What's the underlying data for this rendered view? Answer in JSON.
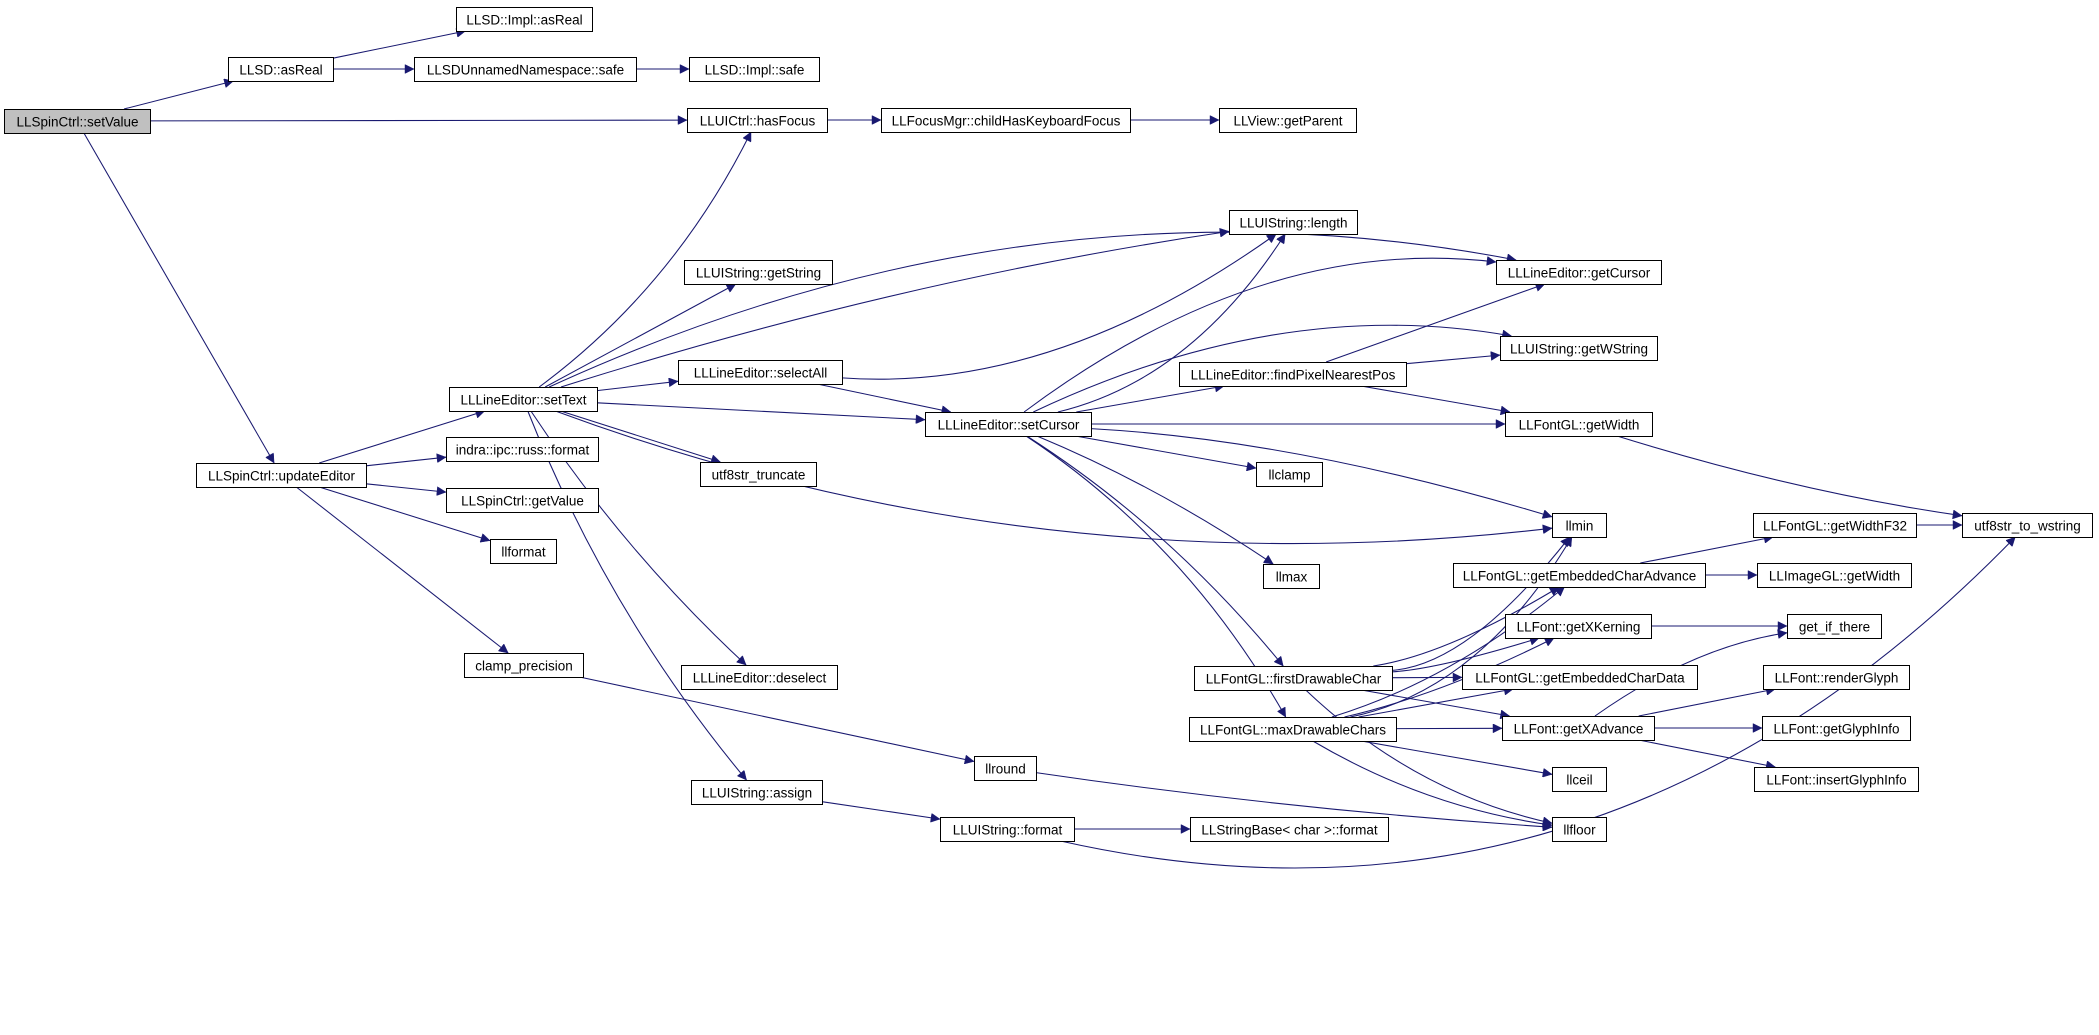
{
  "graph": {
    "edge_color": "#191970",
    "root_fill": "#c0c0c0",
    "node_fill": "#ffffff",
    "nodes": [
      {
        "id": "setValue",
        "label": "LLSpinCtrl::setValue",
        "root": true
      },
      {
        "id": "sdAsReal",
        "label": "LLSD::asReal"
      },
      {
        "id": "implAsReal",
        "label": "LLSD::Impl::asReal"
      },
      {
        "id": "unnamedSafe",
        "label": "LLSDUnnamedNamespace::safe"
      },
      {
        "id": "implSafe",
        "label": "LLSD::Impl::safe"
      },
      {
        "id": "hasFocus",
        "label": "LLUICtrl::hasFocus"
      },
      {
        "id": "childFocus",
        "label": "LLFocusMgr::childHasKeyboardFocus"
      },
      {
        "id": "getParent",
        "label": "LLView::getParent"
      },
      {
        "id": "updateEditor",
        "label": "LLSpinCtrl::updateEditor"
      },
      {
        "id": "setText",
        "label": "LLLineEditor::setText"
      },
      {
        "id": "russFormat",
        "label": "indra::ipc::russ::format"
      },
      {
        "id": "spinGetValue",
        "label": "LLSpinCtrl::getValue"
      },
      {
        "id": "llformat",
        "label": "llformat"
      },
      {
        "id": "clampPrecision",
        "label": "clamp_precision"
      },
      {
        "id": "uiLength",
        "label": "LLUIString::length"
      },
      {
        "id": "uiGetString",
        "label": "LLUIString::getString"
      },
      {
        "id": "selectAll",
        "label": "LLLineEditor::selectAll"
      },
      {
        "id": "setCursor",
        "label": "LLLineEditor::setCursor"
      },
      {
        "id": "utf8Truncate",
        "label": "utf8str_truncate"
      },
      {
        "id": "deselect",
        "label": "LLLineEditor::deselect"
      },
      {
        "id": "uiAssign",
        "label": "LLUIString::assign"
      },
      {
        "id": "llround",
        "label": "llround"
      },
      {
        "id": "uiFormat",
        "label": "LLUIString::format"
      },
      {
        "id": "sbFormat",
        "label": "LLStringBase< char >::format"
      },
      {
        "id": "getCursor",
        "label": "LLLineEditor::getCursor"
      },
      {
        "id": "findPixel",
        "label": "LLLineEditor::findPixelNearestPos"
      },
      {
        "id": "getWString",
        "label": "LLUIString::getWString"
      },
      {
        "id": "glGetWidth",
        "label": "LLFontGL::getWidth"
      },
      {
        "id": "llclamp",
        "label": "llclamp"
      },
      {
        "id": "llmin",
        "label": "llmin"
      },
      {
        "id": "llmax",
        "label": "llmax"
      },
      {
        "id": "firstDrawable",
        "label": "LLFontGL::firstDrawableChar"
      },
      {
        "id": "maxDrawable",
        "label": "LLFontGL::maxDrawableChars"
      },
      {
        "id": "getWidthF32",
        "label": "LLFontGL::getWidthF32"
      },
      {
        "id": "utf8ToW",
        "label": "utf8str_to_wstring"
      },
      {
        "id": "embAdvance",
        "label": "LLFontGL::getEmbeddedCharAdvance"
      },
      {
        "id": "imgGetWidth",
        "label": "LLImageGL::getWidth"
      },
      {
        "id": "xKerning",
        "label": "LLFont::getXKerning"
      },
      {
        "id": "getIfThere",
        "label": "get_if_there"
      },
      {
        "id": "embData",
        "label": "LLFontGL::getEmbeddedCharData"
      },
      {
        "id": "renderGlyph",
        "label": "LLFont::renderGlyph"
      },
      {
        "id": "xAdvance",
        "label": "LLFont::getXAdvance"
      },
      {
        "id": "glyphInfo",
        "label": "LLFont::getGlyphInfo"
      },
      {
        "id": "llceil",
        "label": "llceil"
      },
      {
        "id": "insertGlyph",
        "label": "LLFont::insertGlyphInfo"
      },
      {
        "id": "llfloor",
        "label": "llfloor"
      }
    ],
    "edges": [
      [
        "setValue",
        "sdAsReal"
      ],
      [
        "setValue",
        "hasFocus"
      ],
      [
        "setValue",
        "updateEditor"
      ],
      [
        "sdAsReal",
        "implAsReal"
      ],
      [
        "sdAsReal",
        "unnamedSafe"
      ],
      [
        "unnamedSafe",
        "implSafe"
      ],
      [
        "hasFocus",
        "childFocus"
      ],
      [
        "childFocus",
        "getParent"
      ],
      [
        "updateEditor",
        "setText"
      ],
      [
        "updateEditor",
        "russFormat"
      ],
      [
        "updateEditor",
        "spinGetValue"
      ],
      [
        "updateEditor",
        "llformat"
      ],
      [
        "updateEditor",
        "clampPrecision"
      ],
      [
        "setText",
        "hasFocus"
      ],
      [
        "setText",
        "getCursor"
      ],
      [
        "setText",
        "uiLength"
      ],
      [
        "setText",
        "uiGetString"
      ],
      [
        "setText",
        "selectAll"
      ],
      [
        "setText",
        "setCursor"
      ],
      [
        "setText",
        "utf8Truncate"
      ],
      [
        "setText",
        "llmin"
      ],
      [
        "setText",
        "deselect"
      ],
      [
        "setText",
        "uiAssign"
      ],
      [
        "clampPrecision",
        "llround"
      ],
      [
        "selectAll",
        "uiLength"
      ],
      [
        "selectAll",
        "setCursor"
      ],
      [
        "uiAssign",
        "uiFormat"
      ],
      [
        "uiFormat",
        "sbFormat"
      ],
      [
        "uiFormat",
        "utf8ToW"
      ],
      [
        "llround",
        "llfloor"
      ],
      [
        "setCursor",
        "uiLength"
      ],
      [
        "setCursor",
        "getCursor"
      ],
      [
        "setCursor",
        "getWString"
      ],
      [
        "setCursor",
        "findPixel"
      ],
      [
        "setCursor",
        "glGetWidth"
      ],
      [
        "setCursor",
        "llclamp"
      ],
      [
        "setCursor",
        "llmin"
      ],
      [
        "setCursor",
        "llmax"
      ],
      [
        "setCursor",
        "firstDrawable"
      ],
      [
        "setCursor",
        "maxDrawable"
      ],
      [
        "findPixel",
        "getCursor"
      ],
      [
        "findPixel",
        "getWString"
      ],
      [
        "findPixel",
        "glGetWidth"
      ],
      [
        "glGetWidth",
        "utf8ToW"
      ],
      [
        "getWidthF32",
        "utf8ToW"
      ],
      [
        "embAdvance",
        "getWidthF32"
      ],
      [
        "embAdvance",
        "imgGetWidth"
      ],
      [
        "xKerning",
        "getIfThere"
      ],
      [
        "xAdvance",
        "getIfThere"
      ],
      [
        "xAdvance",
        "renderGlyph"
      ],
      [
        "xAdvance",
        "glyphInfo"
      ],
      [
        "xAdvance",
        "insertGlyph"
      ],
      [
        "firstDrawable",
        "llmin"
      ],
      [
        "firstDrawable",
        "embAdvance"
      ],
      [
        "firstDrawable",
        "xKerning"
      ],
      [
        "firstDrawable",
        "embData"
      ],
      [
        "firstDrawable",
        "xAdvance"
      ],
      [
        "firstDrawable",
        "llfloor"
      ],
      [
        "maxDrawable",
        "llmin"
      ],
      [
        "maxDrawable",
        "embAdvance"
      ],
      [
        "maxDrawable",
        "xKerning"
      ],
      [
        "maxDrawable",
        "embData"
      ],
      [
        "maxDrawable",
        "xAdvance"
      ],
      [
        "maxDrawable",
        "llceil"
      ],
      [
        "maxDrawable",
        "llfloor"
      ]
    ]
  }
}
